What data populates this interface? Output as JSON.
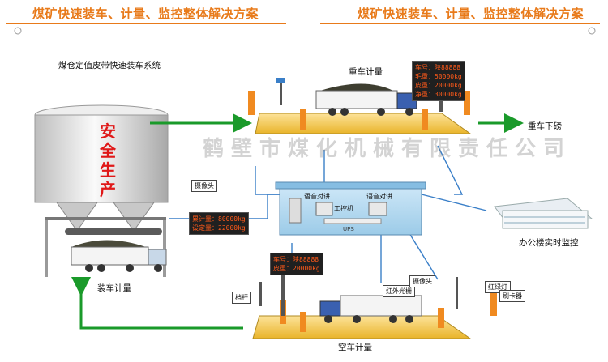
{
  "header": {
    "title_left": "煤矿快速装车、计量、监控整体解决方案",
    "title_right": "煤矿快速装车、计量、监控整体解决方案"
  },
  "system_label": "煤仓定值皮带快速装车系统",
  "silo_text": "安全生产",
  "camera_label_left": "摄像头",
  "loading_display": {
    "line1": "累计量：80000kg",
    "line2": "设定量：22000kg"
  },
  "loading_label": "装车计量",
  "heavy": {
    "label": "重车计量",
    "exit_label": "重车下磅",
    "display_lines": [
      "车号：陕88888",
      "毛重：50000kg",
      "皮重：20000kg",
      "净重：30000kg"
    ]
  },
  "office_label": "办公楼实时监控",
  "control_room": {
    "label_left": "语音对讲",
    "label_mid": "工控机",
    "label_right": "语音对讲",
    "ups": "UPS"
  },
  "empty": {
    "label": "空车计量",
    "display_lines": [
      "车号：陕88888",
      "皮重：20000kg"
    ],
    "tags": {
      "gate": "档杆",
      "infrared": "红外光栅",
      "camera": "摄像头",
      "traffic_light": "红绿灯",
      "card_reader": "刷卡器"
    }
  },
  "watermark": "鹤壁市煤化机械有限责任公司",
  "colors": {
    "title": "#e87a1a",
    "green_arrow": "#1a9a2a",
    "blue_line": "#3a7fc8",
    "platform": "#f0c030",
    "red": "#e01818",
    "orange": "#f08a20"
  }
}
